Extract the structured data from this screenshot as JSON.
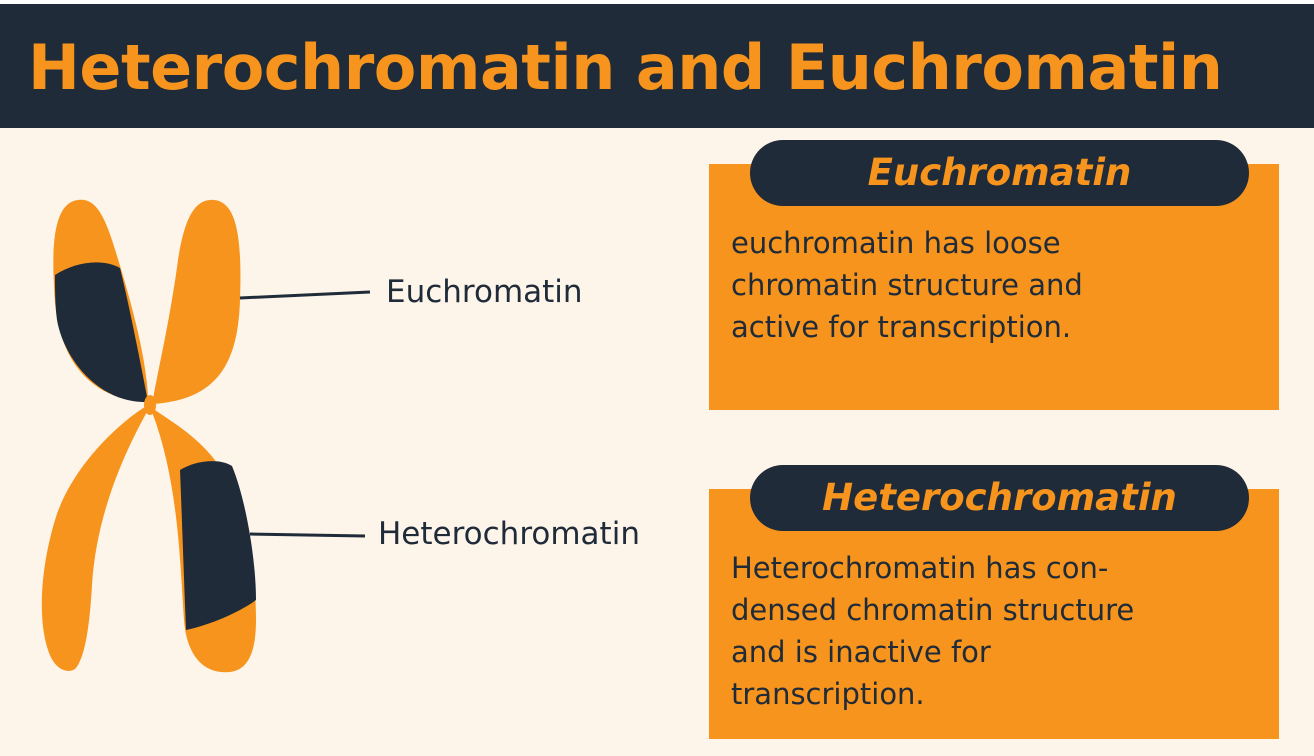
{
  "colors": {
    "accent": "#f7941d",
    "dark": "#1f2b38",
    "background": "#fdf4ea"
  },
  "header": {
    "title": "Heterochromatin and Euchromatin"
  },
  "diagram": {
    "labels": {
      "euchromatin": "Euchromatin",
      "heterochromatin": "Heterochromatin"
    }
  },
  "cards": [
    {
      "heading": "Euchromatin",
      "text": "euchromatin has loose\nchromatin structure and\nactive for transcription."
    },
    {
      "heading": "Heterochromatin",
      "text": "Heterochromatin has con-\ndensed chromatin structure\nand is inactive for\ntranscription."
    }
  ]
}
